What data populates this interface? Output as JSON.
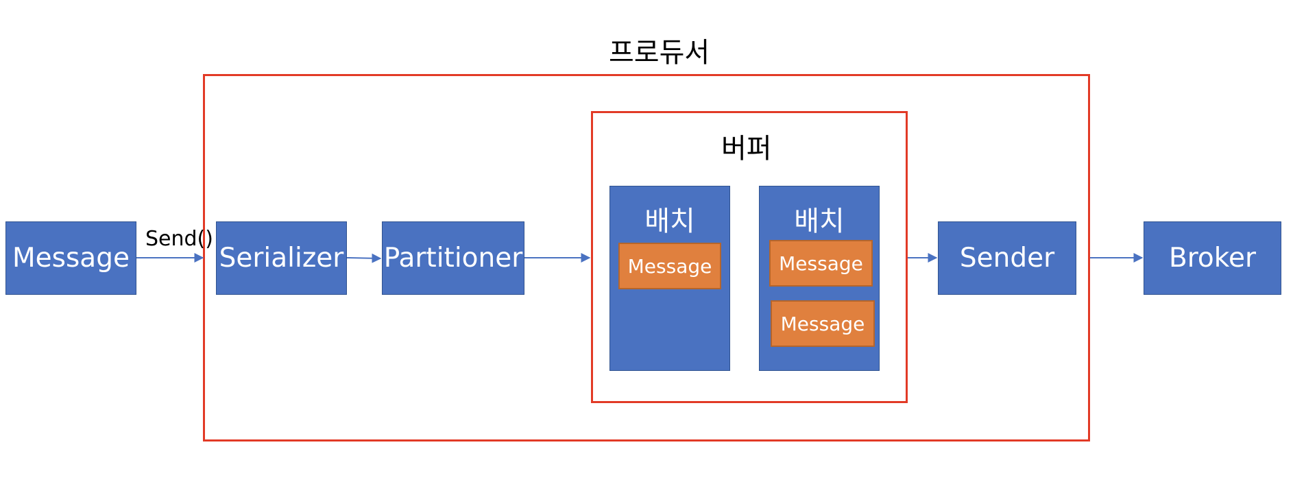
{
  "producer": {
    "title": "프로듀서"
  },
  "buffer": {
    "title": "버퍼",
    "batches": [
      {
        "title": "배치",
        "messages": [
          "Message"
        ]
      },
      {
        "title": "배치",
        "messages": [
          "Message",
          "Message"
        ]
      }
    ]
  },
  "nodes": {
    "message": "Message",
    "serializer": "Serializer",
    "partitioner": "Partitioner",
    "sender": "Sender",
    "broker": "Broker"
  },
  "edges": {
    "send_label": "Send()"
  },
  "colors": {
    "node_fill": "#4a72c1",
    "message_fill": "#e0803e",
    "frame": "#e23a26",
    "arrow": "#4a72c1"
  }
}
